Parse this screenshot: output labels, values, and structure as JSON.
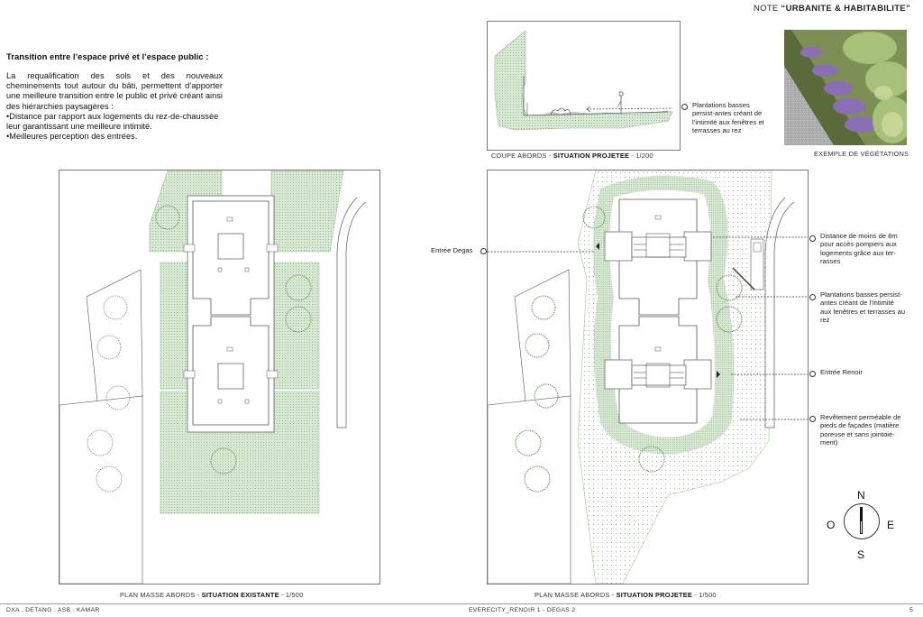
{
  "header": {
    "note_prefix": "NOTE ",
    "note_title": "“URBANITE & HABITABILITE”"
  },
  "intro": {
    "title": "Transition entre l’espace privé et l’espace public :",
    "paragraph": "La requalification des sols et des nouveaux cheminements tout autour du bâti, permettent d’apporter une meilleure transition entre le public et privé créant ainsi des hiérarchies paysagères :",
    "bullet_1": "•Distance par rapport aux logements du rez-de-chaussée leur garantissant une meilleure intimité.",
    "bullet_2": "•Meilleures perception des entrées."
  },
  "section": {
    "caption_prefix": "COUPE ABORDS - ",
    "caption_bold": "SITUATION PROJETEE",
    "caption_suffix": " - 1/200",
    "callout": "Plantations basses persist-antes créant de l’intimité aux fenêtres et terrasses au rez"
  },
  "photo": {
    "caption": "EXEMPLE DE VÉGÉTATIONS"
  },
  "plan_existing": {
    "caption_prefix": "PLAN MASSE ABORDS - ",
    "caption_bold": "SITUATION EXISTANTE",
    "caption_suffix": " - 1/500"
  },
  "plan_projected": {
    "caption_prefix": "PLAN MASSE ABORDS - ",
    "caption_bold": "SITUATION PROJETEE",
    "caption_suffix": " - 1/500",
    "label_entree_degas": "Entrée Degas",
    "callout_distance": "Distance de moins de 8m pour accès pompiers aux logements grâce aux ter-rasses",
    "callout_plantations": "Plantations basses persist-antes créant de l’intimité aux fenêtres et terrasses au rez",
    "callout_entree_renoir": "Entrée Renoir",
    "callout_revetement": "Revêtement perméable de pieds de façades (matière poreuse et sans jointoie-ment)"
  },
  "compass": {
    "north": "N",
    "south": "S",
    "east": "E",
    "west": "O"
  },
  "footer": {
    "left": "DXA . DETANG . ASB . KAMAR",
    "center": "EVERECITY_RENOIR 1 - DEGAS 2",
    "page": "5"
  },
  "colors": {
    "green_fill": "#cfe3c9",
    "green_dots": "#7fae77",
    "tree": "#5f8f58",
    "line": "#555555"
  }
}
